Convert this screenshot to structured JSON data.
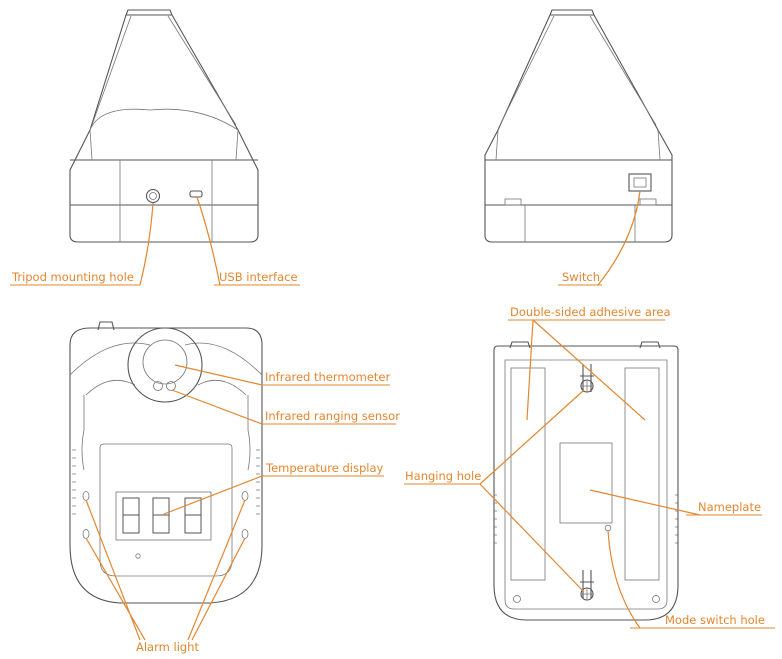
{
  "accent_color": "#e4862f",
  "labels": {
    "tripod": "Tripod mounting hole",
    "usb": "USB interface",
    "switch": "Switch",
    "adhesive": "Double-sided adhesive area",
    "ir_thermo": "Infrared thermometer",
    "ir_range": "Infrared ranging sensor",
    "temp_display": "Temperature display",
    "hanging": "Hanging hole",
    "nameplate": "Nameplate",
    "mode_switch": "Mode switch hole",
    "alarm": "Alarm light"
  },
  "icons": [
    "tripod-hole-icon",
    "usb-port-icon",
    "power-switch-icon",
    "hanging-hole-icon",
    "screw-icon"
  ]
}
